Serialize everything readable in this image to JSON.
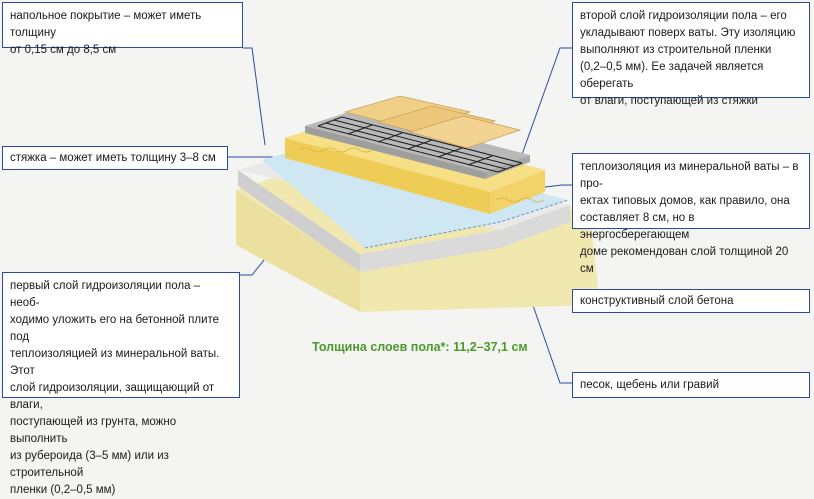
{
  "labels": {
    "floor_covering": "напольное покрытие – может иметь толщину\nот 0,15 см до 8,5 см",
    "screed": "стяжка – может иметь толщину 3–8 см",
    "first_waterproofing": "первый слой гидроизоляции пола – необ-\nходимо уложить его на бетонной плите под\nтеплоизоляцией из минеральной ваты. Этот\nслой гидроизоляции, защищающий от влаги,\nпоступающей из грунта, можно выполнить\nиз рубероида (3–5 мм) или из строительной\nпленки (0,2–0,5 мм)",
    "second_waterproofing": "второй слой гидроизоляции пола – его\nукладывают поверх ваты. Эту изоляцию\nвыполняют из строительной пленки\n(0,2–0,5 мм). Ее задачей является оберегать\nот влаги, поступающей из стяжки",
    "mineral_wool": "теплоизоляция из минеральной ваты – в про-\nектах типовых домов, как правило, она\nсоставляет 8 см, но в энергосберегающем\nдоме рекомендован слой толщиной 20 см",
    "concrete": "конструктивный слой бетона",
    "sand": "песок, щебень или гравий"
  },
  "caption": {
    "label": "Толщина слоев пола*:",
    "value": " 11,2–37,1 см"
  },
  "colors": {
    "callout_border": "#2b4aa0",
    "leader_line": "#2b4aa0",
    "caption_green": "#4c9a2a",
    "sand": "#f1e8b0",
    "concrete": "#dcdcdc",
    "waterproofing": "#cfe6f3",
    "mineral_wool": "#f2d36a",
    "screed": "#b9b9b9",
    "mesh": "#1c1c1c",
    "floor_boards": "#edc67a"
  }
}
